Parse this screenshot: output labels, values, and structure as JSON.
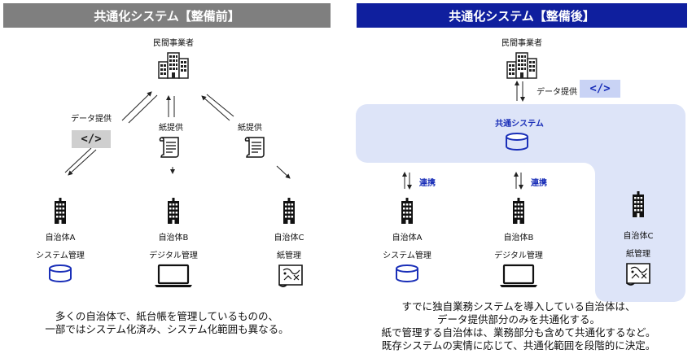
{
  "left": {
    "header": "共通化システム【整備前】",
    "private_label": "民間事業者",
    "data_provision_label": "データ提供",
    "code_tag": "</>",
    "paper_label_1": "紙提供",
    "paper_label_2": "紙提供",
    "municipalities": [
      {
        "name": "自治体A",
        "mgmt": "システム管理"
      },
      {
        "name": "自治体B",
        "mgmt": "デジタル管理"
      },
      {
        "name": "自治体C",
        "mgmt": "紙管理"
      }
    ],
    "caption_lines": [
      "多くの自治体で、紙台帳を管理しているものの、",
      "一部ではシステム化済み、システム化範囲も異なる。"
    ]
  },
  "right": {
    "header": "共通化システム【整備後】",
    "private_label": "民間事業者",
    "data_provision_label": "データ提供",
    "code_tag": "</>",
    "shared_system_label": "共通システム",
    "link_label_1": "連携",
    "link_label_2": "連携",
    "municipalities": [
      {
        "name": "自治体A",
        "mgmt": "システム管理"
      },
      {
        "name": "自治体B",
        "mgmt": "デジタル管理"
      },
      {
        "name": "自治体C",
        "mgmt": "紙管理"
      }
    ],
    "caption_lines": [
      "すでに独自業務システムを導入している自治体は、",
      "データ提供部分のみを共通化する。",
      "紙で管理する自治体は、業務部分も含めて共通化するなど。",
      "既存システムの実情に応じて、共通化範囲を段階的に決定。"
    ]
  },
  "colors": {
    "left_header_bg": "#7f7f7f",
    "right_header_bg": "#0f1f9e",
    "shared_panel_bg": "#dde4f8",
    "link_blue": "#1a2fb8"
  }
}
